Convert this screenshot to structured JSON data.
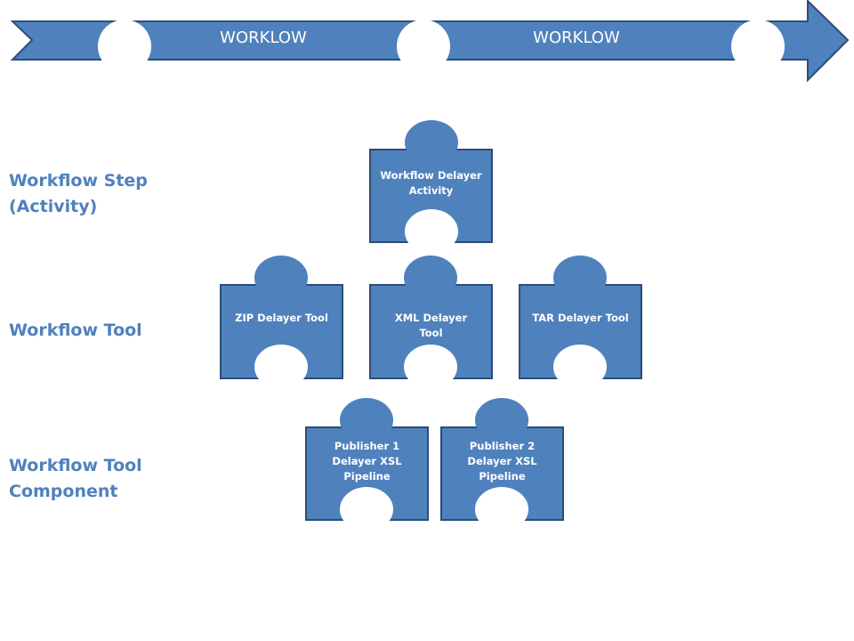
{
  "arrow": {
    "labels": [
      "WORKLOW",
      "WORKLOW"
    ]
  },
  "rows": {
    "step": {
      "label": "Workflow Step\n(Activity)"
    },
    "tool": {
      "label": "Workflow Tool"
    },
    "component": {
      "label": "Workflow Tool\nComponent"
    }
  },
  "pieces": {
    "activity": "Workflow Delayer\nActivity",
    "zip": "ZIP Delayer Tool",
    "xml": "XML Delayer\nTool",
    "tar": "TAR Delayer Tool",
    "publisher1": "Publisher 1\nDelayer XSL\nPipeline",
    "publisher2": "Publisher 2\nDelayer XSL\nPipeline"
  },
  "colors": {
    "fill": "#4f81bd",
    "stroke": "#2c4d75",
    "label": "#4f81bd",
    "background": "#ffffff"
  }
}
